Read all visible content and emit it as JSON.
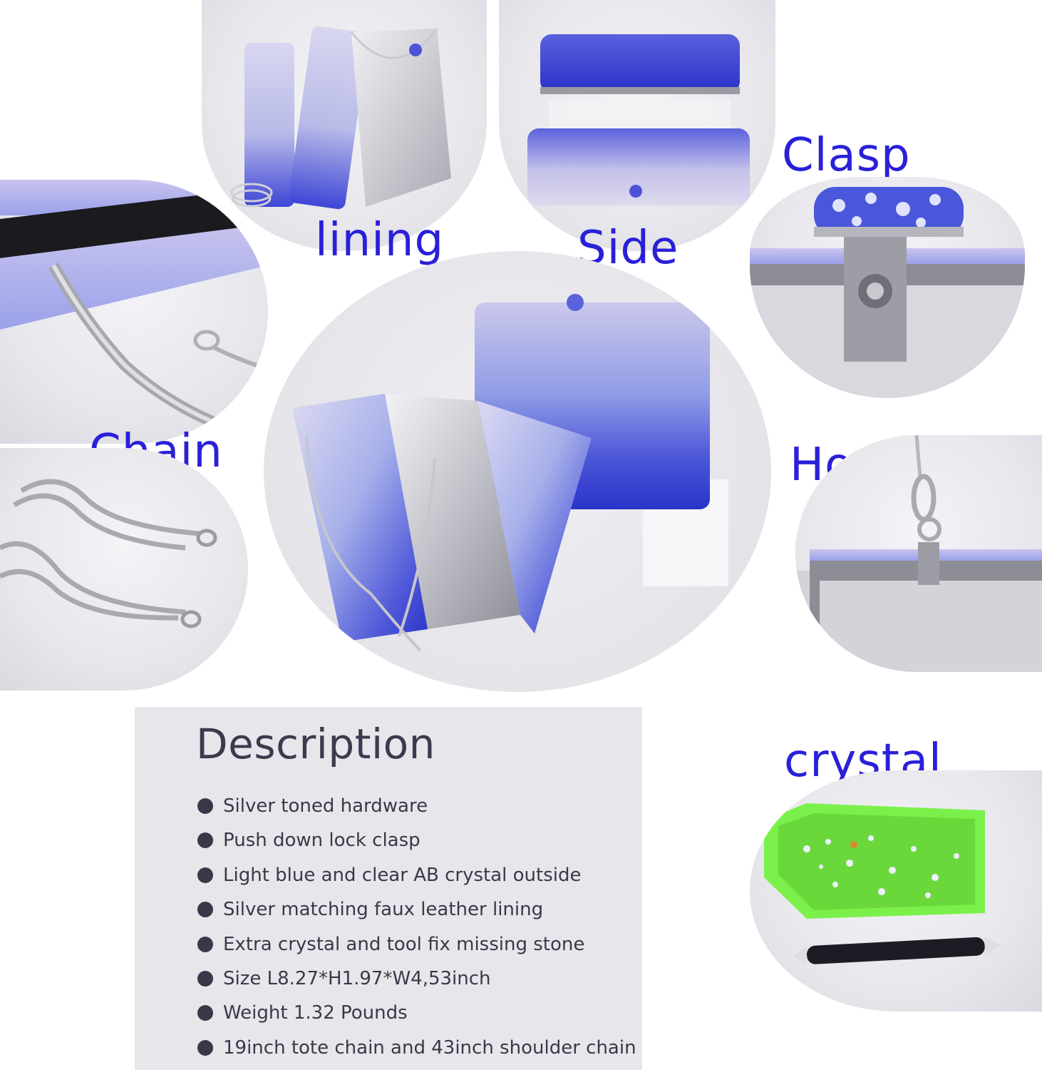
{
  "labels": {
    "lining": "lining",
    "side": "Side",
    "clasp": "Clasp",
    "chain": "Chain",
    "hook": "Hook",
    "crystal": "crystal"
  },
  "description": {
    "title": "Description",
    "items": [
      "Silver toned hardware",
      "Push down lock clasp",
      "Light blue and clear AB crystal outside",
      "Silver matching faux leather lining",
      "Extra crystal and tool fix missing stone",
      "Size  L8.27*H1.97*W4,53inch",
      "Weight  1.32 Pounds",
      "19inch tote chain and 43inch shoulder chain"
    ]
  },
  "colors": {
    "label_blue": "#2a20d8",
    "crystal_blue": "#3b3fd0",
    "crystal_light": "#c9c6ea",
    "panel_bg": "#e8e6ea",
    "bullet": "#3b3648",
    "tray_green": "#7cf04a"
  }
}
